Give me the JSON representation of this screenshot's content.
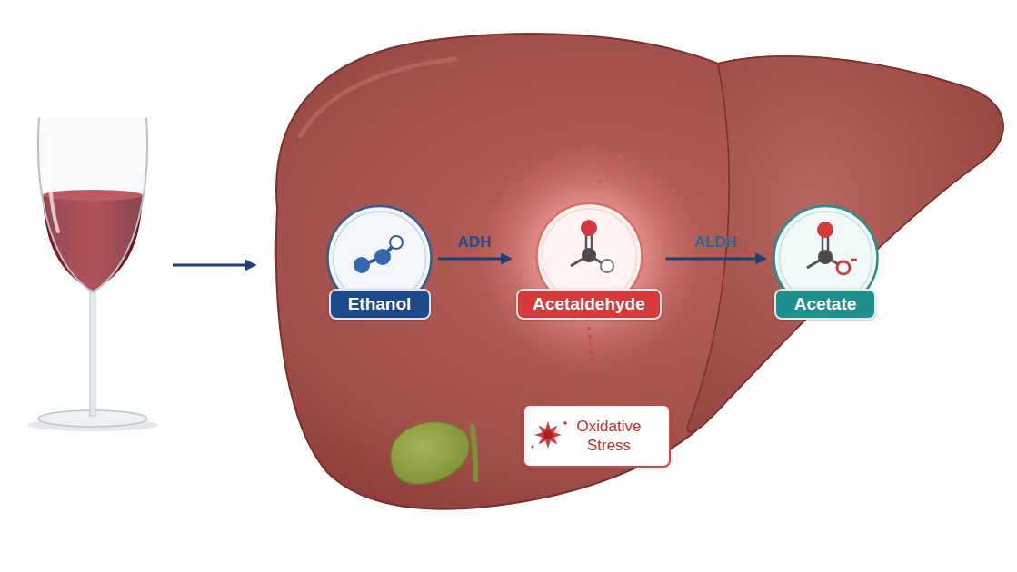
{
  "diagram": {
    "nodes": [
      {
        "text": [
          "Ethanol"
        ]
      },
      {
        "text": [
          "Acetaldehyde"
        ]
      },
      {
        "text": [
          "Acetate"
        ]
      },
      {
        "text": [
          "Oxidative Stress"
        ]
      }
    ],
    "edges": [
      {
        "from": 0,
        "to": 1,
        "arrow": "to",
        "label": "ADH"
      },
      {
        "from": 1,
        "to": 2,
        "arrow": "to",
        "label": "ALDH"
      },
      {
        "from": 1,
        "to": 3,
        "arrow": "none"
      }
    ]
  }
}
